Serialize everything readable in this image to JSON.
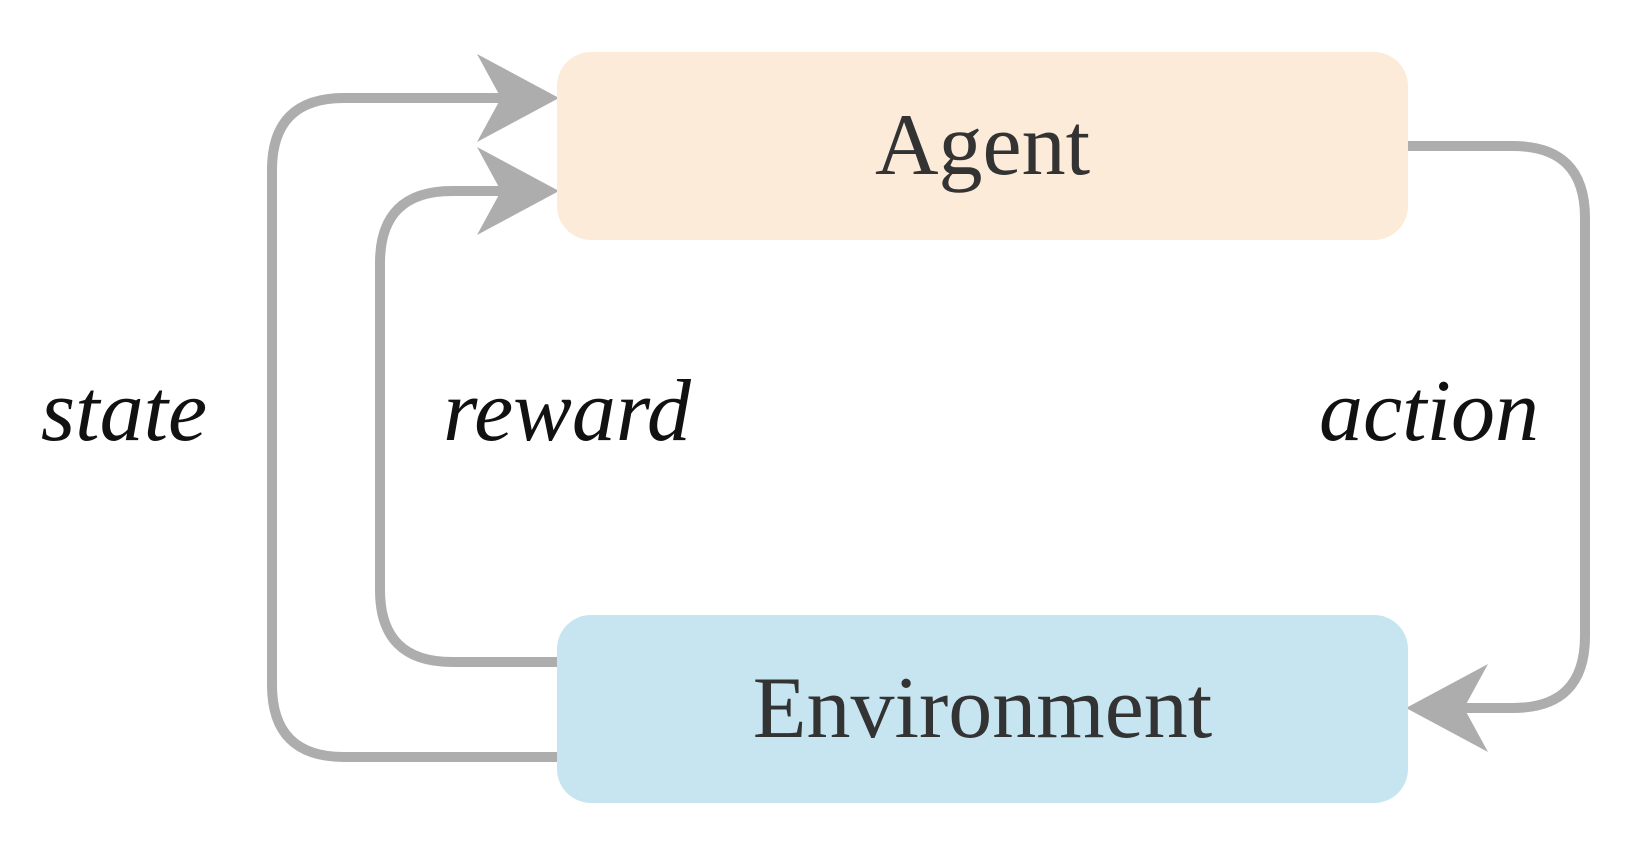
{
  "diagram": {
    "type": "flow-loop",
    "nodes": {
      "agent": {
        "label": "Agent",
        "fill": "#fcebd9"
      },
      "environment": {
        "label": "Environment",
        "fill": "#c6e5f1"
      }
    },
    "edges": {
      "state": {
        "label": "state",
        "from": "Environment",
        "to": "Agent"
      },
      "reward": {
        "label": "reward",
        "from": "Environment",
        "to": "Agent"
      },
      "action": {
        "label": "action",
        "from": "Agent",
        "to": "Environment"
      }
    },
    "colors": {
      "background": "#ffffff",
      "arrow": "#adadad",
      "node_text": "#333333",
      "edge_label_text": "#111111"
    }
  }
}
